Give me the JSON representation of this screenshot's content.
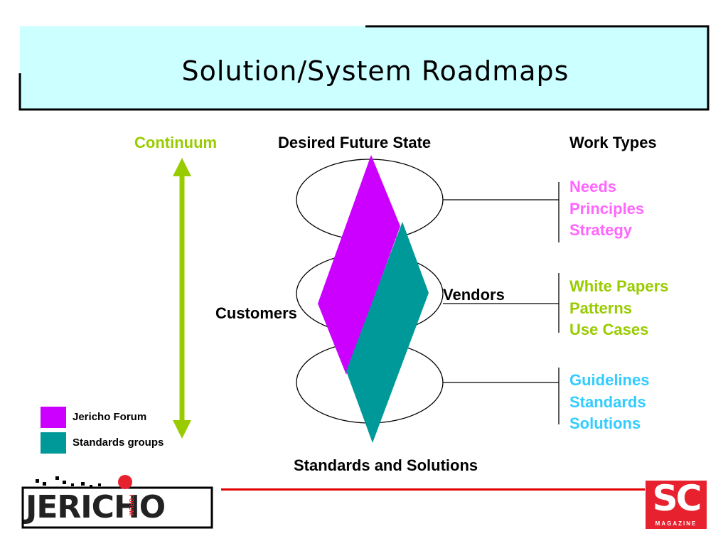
{
  "title": "Solution/System Roadmaps",
  "labels": {
    "continuum": "Continuum",
    "desired_future_state": "Desired Future State",
    "work_types": "Work Types",
    "customers": "Customers",
    "vendors": "Vendors",
    "standards_and_solutions": "Standards and Solutions"
  },
  "work_groups": [
    {
      "color": "#ff66ff",
      "items": [
        "Needs",
        "Principles",
        "Strategy"
      ]
    },
    {
      "color": "#99cc00",
      "items": [
        "White Papers",
        "Patterns",
        "Use Cases"
      ]
    },
    {
      "color": "#33ccff",
      "items": [
        "Guidelines",
        "Standards",
        "Solutions"
      ]
    }
  ],
  "legend": [
    {
      "label": "Jericho Forum",
      "color": "#cc00ff"
    },
    {
      "label": "Standards groups",
      "color": "#009999"
    }
  ],
  "colors": {
    "title_bg": "#ccffff",
    "continuum": "#99cc00",
    "jericho": "#cc00ff",
    "standards": "#009999",
    "footer_line": "#e00000",
    "sc_red": "#e8212e"
  },
  "logos": {
    "jericho_text": "JERICHO",
    "jericho_sub": "FORUM",
    "sc_text": "SC",
    "sc_sub": "MAGAZINE"
  }
}
